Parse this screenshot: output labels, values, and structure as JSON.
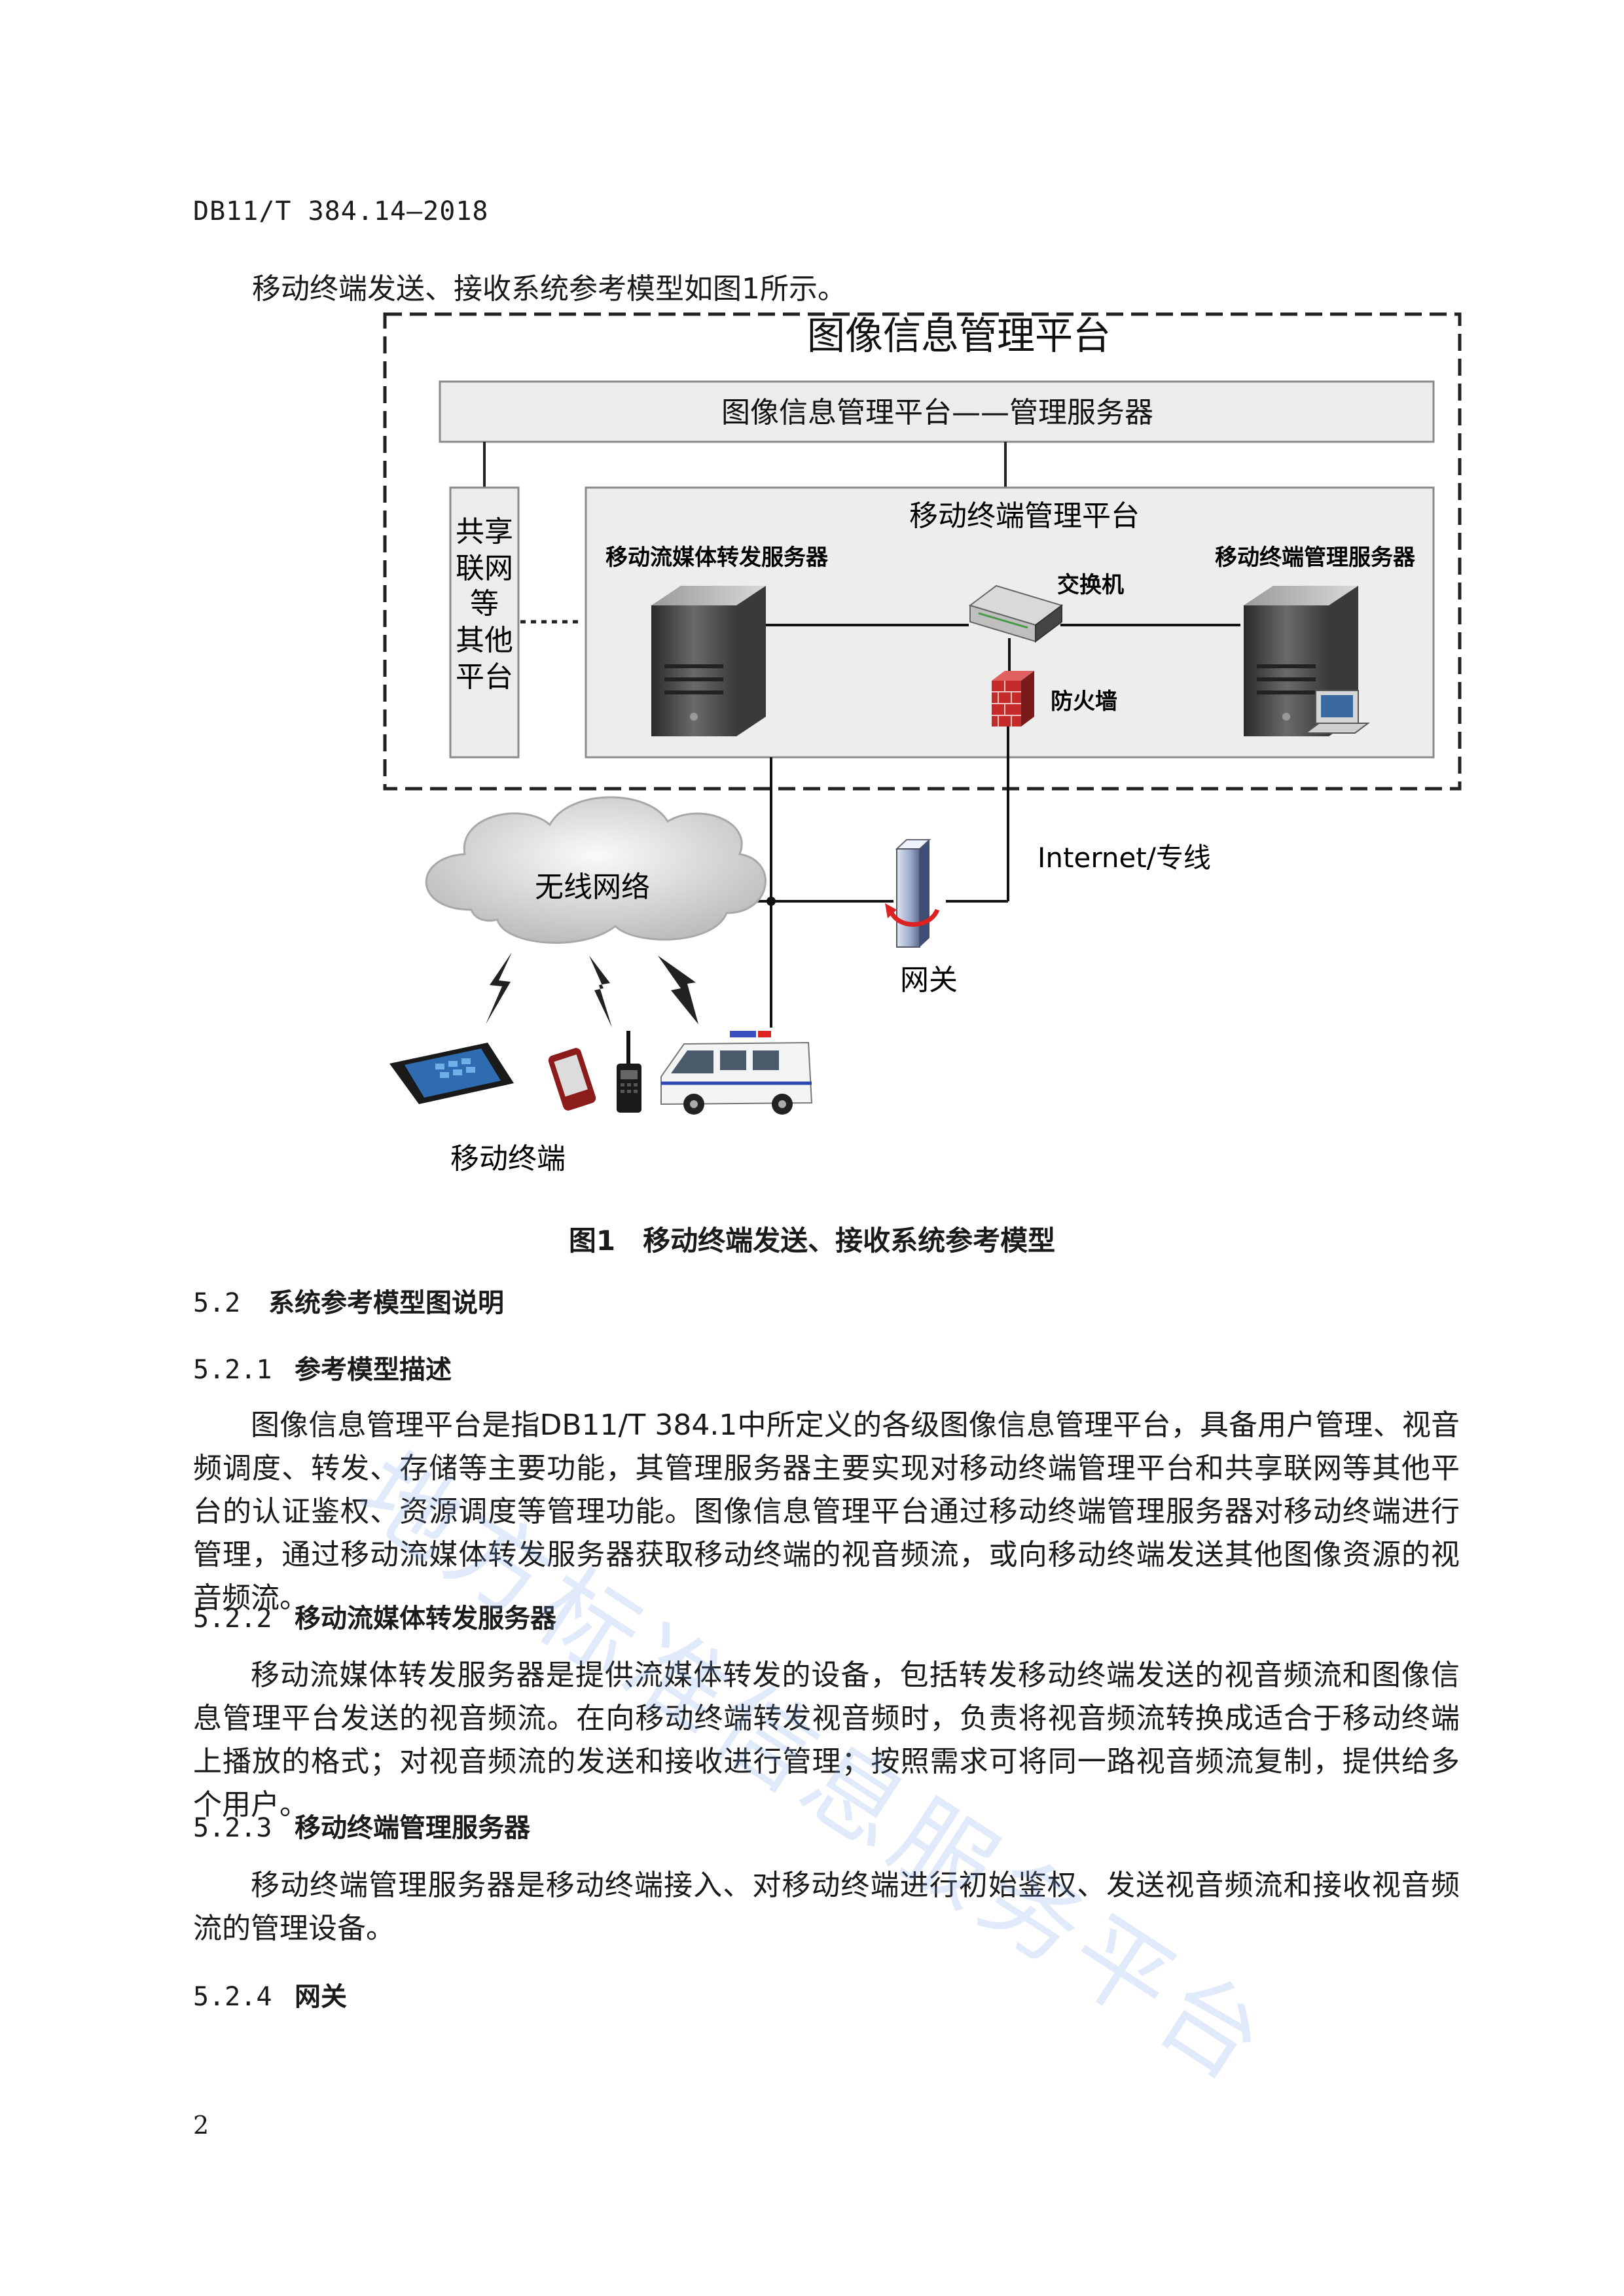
{
  "header": {
    "doc_id": "DB11/T 384.14—2018"
  },
  "intro": "移动终端发送、接收系统参考模型如图1所示。",
  "figure": {
    "outer_title": "图像信息管理平台",
    "mgmt_server": "图像信息管理平台——管理服务器",
    "share_platform": [
      "共享",
      "联网",
      "等",
      "其他",
      "平台"
    ],
    "mobile_platform_title": "移动终端管理平台",
    "stream_server": "移动流媒体转发服务器",
    "terminal_server": "移动终端管理服务器",
    "switch": "交换机",
    "firewall": "防火墙",
    "internet": "Internet/专线",
    "wireless": "无线网络",
    "gateway": "网关",
    "terminals": "移动终端"
  },
  "caption": "图1　移动终端发送、接收系统参考模型",
  "sections": [
    {
      "num": "5.2",
      "title": "系统参考模型图说明"
    },
    {
      "num": "5.2.1",
      "title": "参考模型描述"
    },
    {
      "num": "5.2.2",
      "title": "移动流媒体转发服务器"
    },
    {
      "num": "5.2.3",
      "title": "移动终端管理服务器"
    },
    {
      "num": "5.2.4",
      "title": "网关"
    }
  ],
  "paragraphs": {
    "p1": "图像信息管理平台是指DB11/T 384.1中所定义的各级图像信息管理平台，具备用户管理、视音频调度、转发、存储等主要功能，其管理服务器主要实现对移动终端管理平台和共享联网等其他平台的认证鉴权、资源调度等管理功能。图像信息管理平台通过移动终端管理服务器对移动终端进行管理，通过移动流媒体转发服务器获取移动终端的视音频流，或向移动终端发送其他图像资源的视音频流。",
    "p2": "移动流媒体转发服务器是提供流媒体转发的设备，包括转发移动终端发送的视音频流和图像信息管理平台发送的视音频流。在向移动终端转发视音频时，负责将视音频流转换成适合于移动终端上播放的格式；对视音频流的发送和接收进行管理；按照需求可将同一路视音频流复制，提供给多个用户。",
    "p3": "移动终端管理服务器是移动终端接入、对移动终端进行初始鉴权、发送视音频流和接收视音频流的管理设备。"
  },
  "watermark": "地方标准信息服务平台",
  "page_number": "2"
}
